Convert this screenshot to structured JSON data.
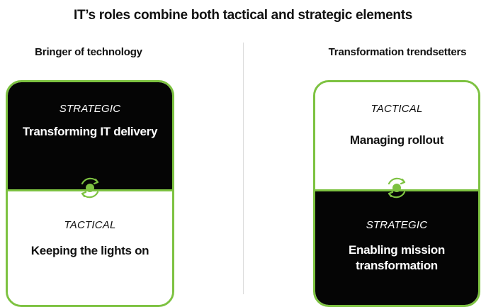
{
  "title": "IT’s roles combine both tactical and strategic elements",
  "colors": {
    "accent": "#7dc241",
    "dark": "#050505",
    "light": "#ffffff",
    "divider": "#dcdcdc"
  },
  "columns": [
    {
      "heading": "Bringer of technology",
      "top": {
        "kind": "STRATEGIC",
        "role": "Transforming IT delivery",
        "tone": "dark"
      },
      "bottom": {
        "kind": "TACTICAL",
        "role": "Keeping the lights on",
        "tone": "light"
      }
    },
    {
      "heading": "Transformation trendsetters",
      "top": {
        "kind": "TACTICAL",
        "role": "Managing rollout",
        "tone": "light"
      },
      "bottom": {
        "kind": "STRATEGIC",
        "role": "Enabling mission transformation",
        "tone": "dark"
      }
    }
  ],
  "icons": {
    "cycle": "cycle-arrows-icon"
  }
}
